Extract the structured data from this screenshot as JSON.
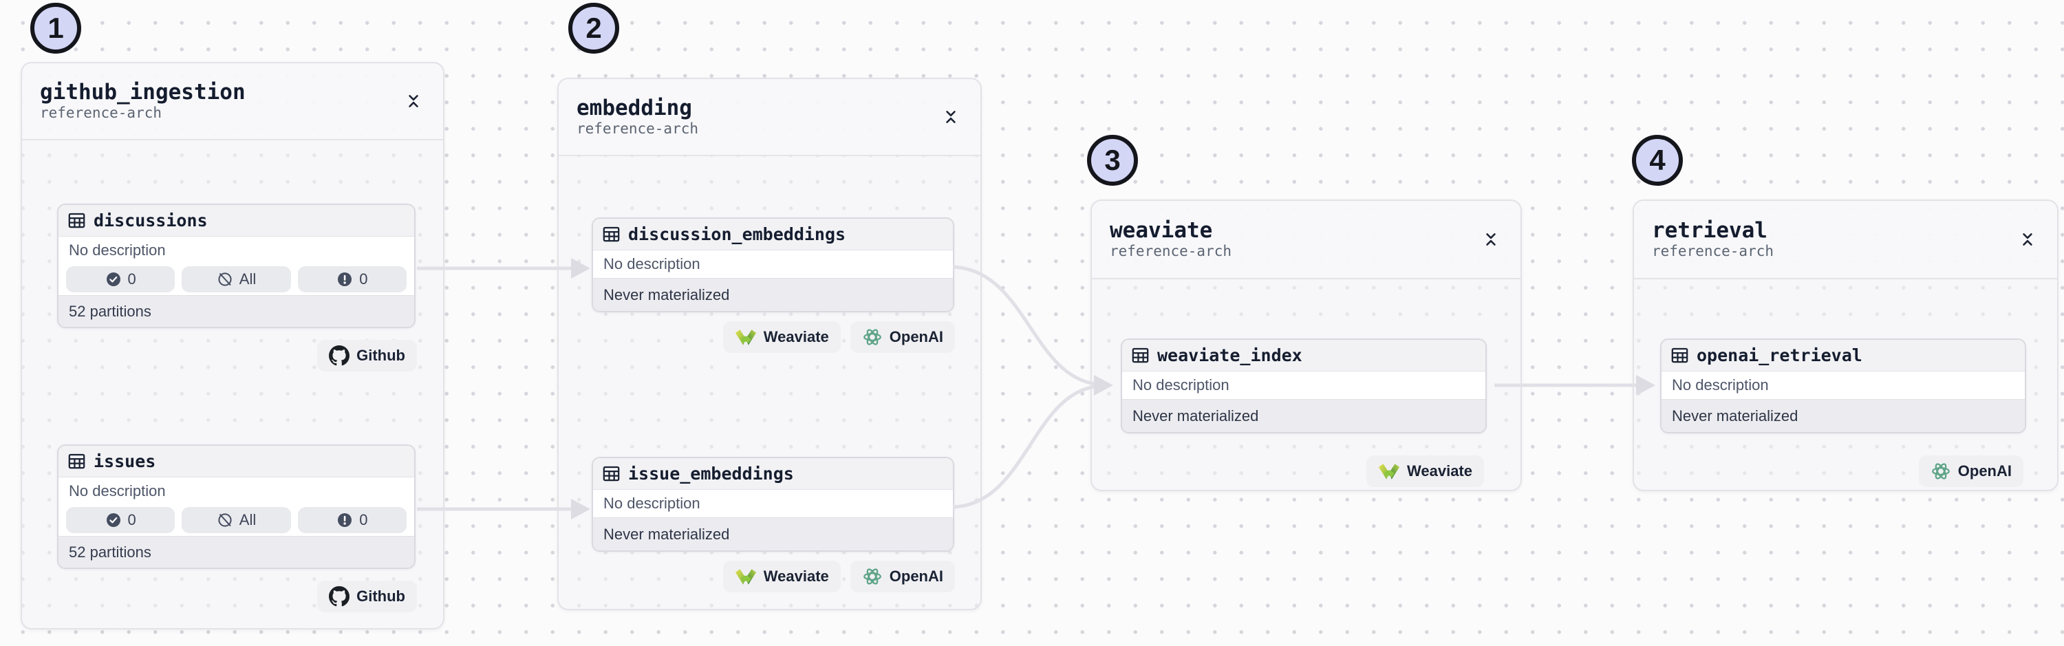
{
  "steps": [
    {
      "number": "1"
    },
    {
      "number": "2"
    },
    {
      "number": "3"
    },
    {
      "number": "4"
    }
  ],
  "groups": [
    {
      "title": "github_ingestion",
      "subtitle": "reference-arch",
      "collapse_icon": "collapse-vertical-icon",
      "assets": [
        {
          "icon": "table-icon",
          "name": "discussions",
          "description": "No description",
          "pills": [
            {
              "icon": "check-circle-icon",
              "value": "0"
            },
            {
              "icon": "slash-circle-icon",
              "value": "All"
            },
            {
              "icon": "alert-circle-icon",
              "value": "0"
            }
          ],
          "footer": "52 partitions",
          "tags": [
            {
              "icon": "github-icon",
              "label": "Github"
            }
          ]
        },
        {
          "icon": "table-icon",
          "name": "issues",
          "description": "No description",
          "pills": [
            {
              "icon": "check-circle-icon",
              "value": "0"
            },
            {
              "icon": "slash-circle-icon",
              "value": "All"
            },
            {
              "icon": "alert-circle-icon",
              "value": "0"
            }
          ],
          "footer": "52 partitions",
          "tags": [
            {
              "icon": "github-icon",
              "label": "Github"
            }
          ]
        }
      ]
    },
    {
      "title": "embedding",
      "subtitle": "reference-arch",
      "collapse_icon": "collapse-vertical-icon",
      "assets": [
        {
          "icon": "table-icon",
          "name": "discussion_embeddings",
          "description": "No description",
          "status": "Never materialized",
          "tags": [
            {
              "icon": "weaviate-icon",
              "label": "Weaviate"
            },
            {
              "icon": "openai-icon",
              "label": "OpenAI"
            }
          ]
        },
        {
          "icon": "table-icon",
          "name": "issue_embeddings",
          "description": "No description",
          "status": "Never materialized",
          "tags": [
            {
              "icon": "weaviate-icon",
              "label": "Weaviate"
            },
            {
              "icon": "openai-icon",
              "label": "OpenAI"
            }
          ]
        }
      ]
    },
    {
      "title": "weaviate",
      "subtitle": "reference-arch",
      "collapse_icon": "collapse-vertical-icon",
      "assets": [
        {
          "icon": "table-icon",
          "name": "weaviate_index",
          "description": "No description",
          "status": "Never materialized",
          "tags": [
            {
              "icon": "weaviate-icon",
              "label": "Weaviate"
            }
          ]
        }
      ]
    },
    {
      "title": "retrieval",
      "subtitle": "reference-arch",
      "collapse_icon": "collapse-vertical-icon",
      "assets": [
        {
          "icon": "table-icon",
          "name": "openai_retrieval",
          "description": "No description",
          "status": "Never materialized",
          "tags": [
            {
              "icon": "openai-icon",
              "label": "OpenAI"
            }
          ]
        }
      ]
    }
  ],
  "colors": {
    "step_badge_fill": "#d3d6f5",
    "step_badge_border": "#14161c",
    "edge": "#e0e0e6",
    "canvas_dot": "#d6d6dc",
    "openai_green": "#5ea487",
    "weaviate_dark_green": "#2f7d3c",
    "weaviate_lime": "#e5e14f",
    "github_black": "#1b1f23"
  }
}
